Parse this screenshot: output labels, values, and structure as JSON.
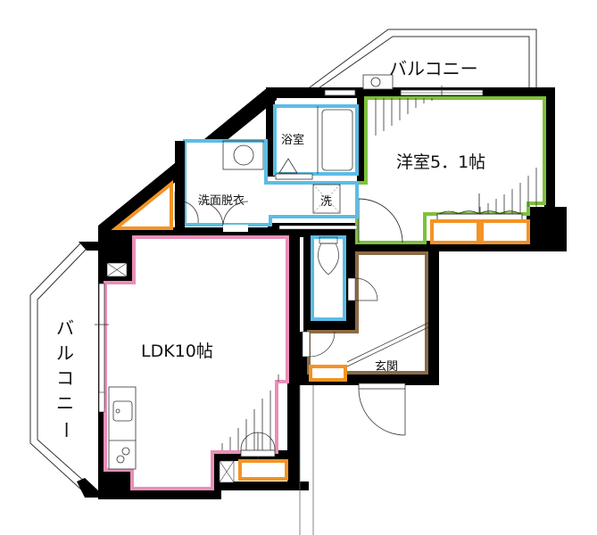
{
  "floor_plan": {
    "rooms": [
      {
        "id": "ldk",
        "label": "LDK10帖",
        "color": "#e88fb8"
      },
      {
        "id": "western_room",
        "label": "洋室5．1帖",
        "color": "#7dc13a"
      },
      {
        "id": "bathroom",
        "label": "浴室",
        "color": "#5bbde6"
      },
      {
        "id": "washroom",
        "label": "洗面脱衣",
        "color": "#5bbde6"
      },
      {
        "id": "entrance",
        "label": "玄関",
        "color": "#8b6b47"
      },
      {
        "id": "toilet",
        "label": "",
        "color": "#5bbde6"
      }
    ],
    "balconies": [
      {
        "id": "balcony_top",
        "label": "バルコニー"
      },
      {
        "id": "balcony_left",
        "label_chars": [
          "バ",
          "ル",
          "コ",
          "ニ",
          "ー"
        ]
      }
    ],
    "fixtures": {
      "washing_machine_label": "洗"
    },
    "colors": {
      "wall": "#000000",
      "storage": "#f39325",
      "ldk": "#e88fb8",
      "western": "#7dc13a",
      "wet_area": "#5bbde6",
      "entrance": "#8b6b47"
    }
  }
}
